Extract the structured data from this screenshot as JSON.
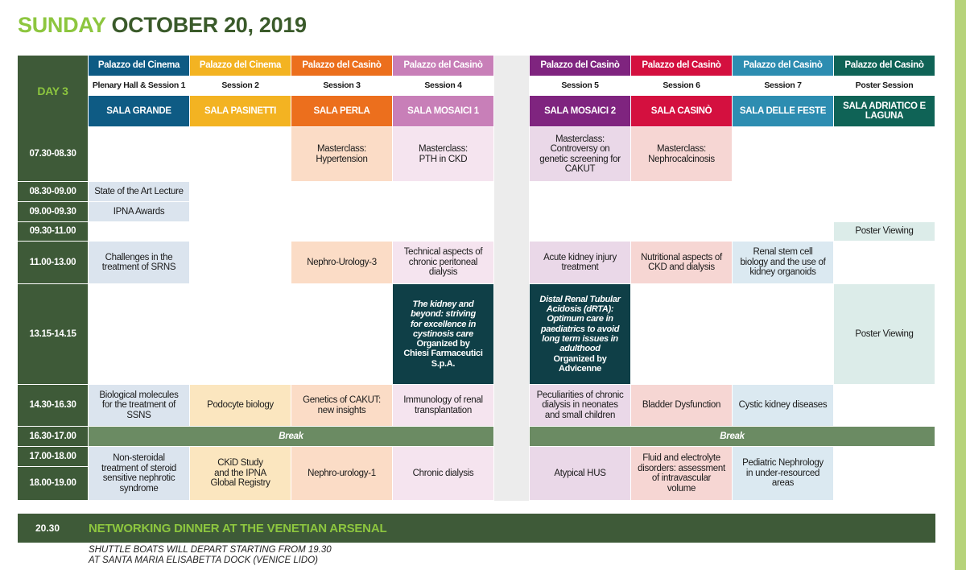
{
  "title": {
    "day": "SUNDAY",
    "date": "OCTOBER 20, 2019"
  },
  "day_label": "DAY 3",
  "venues": [
    {
      "venue": "Palazzo del Cinema",
      "session": "Plenary Hall & Session 1",
      "sala": "SALA GRANDE",
      "color": "#0e5b84",
      "light": "#dbe4ee"
    },
    {
      "venue": "Palazzo del Cinema",
      "session": "Session 2",
      "sala": "SALA PASINETTI",
      "color": "#f3b322",
      "light": "#fbe6bf"
    },
    {
      "venue": "Palazzo del Casinò",
      "session": "Session 3",
      "sala": "SALA PERLA",
      "color": "#ec6f1d",
      "light": "#fbdcc6"
    },
    {
      "venue": "Palazzo del Casinò",
      "session": "Session 4",
      "sala": "SALA MOSAICI 1",
      "color": "#c87fb8",
      "light": "#f5e4ef"
    },
    {
      "venue": "Palazzo del Casinò",
      "session": "Session 5",
      "sala": "SALA MOSAICI 2",
      "color": "#7f247f",
      "light": "#ead8e8"
    },
    {
      "venue": "Palazzo del Casinò",
      "session": "Session 6",
      "sala": "SALA CASINÒ",
      "color": "#d4103f",
      "light": "#f6d6d3"
    },
    {
      "venue": "Palazzo del Casinò",
      "session": "Session 7",
      "sala": "SALA DELLE FESTE",
      "color": "#2d8db1",
      "light": "#dbe9f1"
    },
    {
      "venue": "Palazzo del Casinò",
      "session": "Poster Session",
      "sala": "SALA ADRIATICO E LAGUNA",
      "color": "#0f6356",
      "light": "#dcece9"
    }
  ],
  "times": [
    "07.30-08.30",
    "08.30-09.00",
    "09.00-09.30",
    "09.30-11.00",
    "11.00-13.00",
    "13.15-14.15",
    "14.30-16.30",
    "16.30-17.00",
    "17.00-18.00",
    "18.00-19.00"
  ],
  "sessions": {
    "masterclass_hypertension": "Masterclass:\nHypertension",
    "masterclass_pth": "Masterclass:\nPTH in CKD",
    "masterclass_cakut": "Masterclass:\nControversy on\ngenetic screening for\nCAKUT",
    "masterclass_nephro": "Masterclass:\nNephrocalcinosis",
    "state_of_art": "State of the Art Lecture",
    "ipna_awards": "IPNA Awards",
    "poster_viewing_1": "Poster Viewing",
    "srns": "Challenges in the\ntreatment of SRNS",
    "nephro_urology_3": "Nephro-Urology-3",
    "peritoneal": "Technical aspects of\nchronic peritoneal\ndialysis",
    "aki": "Acute kidney injury\ntreatment",
    "nutritional": "Nutritional aspects of\nCKD and dialysis",
    "stem_cell": "Renal stem cell\nbiology and the use of\nkidney organoids",
    "cystinosis_title": "The kidney and\nbeyond: striving\nfor excellence in\ncystinosis care",
    "cystinosis_org": "Organized by\nChiesi Farmaceutici\nS.p.A.",
    "drta_title": "Distal Renal Tubular\nAcidosis (dRTA):\nOptimum care in\npaediatrics to avoid\nlong term issues in\nadulthood",
    "drta_org": "Organized by\nAdvicenne",
    "poster_viewing_2": "Poster Viewing",
    "biological": "Biological molecules\nfor the treatment of\nSSNS",
    "podocyte": "Podocyte biology",
    "cakut_genetics": "Genetics of CAKUT:\nnew insights",
    "immunology": "Immunology of renal\ntransplantation",
    "peculiarities": "Peculiarities of chronic\ndialysis in neonates\nand small children",
    "bladder": "Bladder Dysfunction",
    "cystic": "Cystic kidney diseases",
    "break_left": "Break",
    "break_right": "Break",
    "non_steroidal": "Non-steroidal\ntreatment of steroid\nsensitive nephrotic\nsyndrome",
    "ckid": "CKiD Study\nand the IPNA\nGlobal Registry",
    "nephro_urology_1": "Nephro-urology-1",
    "chronic_dialysis": "Chronic dialysis",
    "atypical_hus": "Atypical HUS",
    "fluid": "Fluid and electrolyte\ndisorders: assessment\nof intravascular\nvolume",
    "pediatric_nephrology": "Pediatric Nephrology\nin under-resourced\nareas"
  },
  "networking": {
    "time": "20.30",
    "title": "NETWORKING DINNER AT THE VENETIAN ARSENAL"
  },
  "shuttle": {
    "line1": "SHUTTLE BOATS WILL DEPART STARTING FROM 19.30",
    "line2": "AT SANTA MARIA ELISABETTA DOCK (VENICE LIDO)"
  }
}
